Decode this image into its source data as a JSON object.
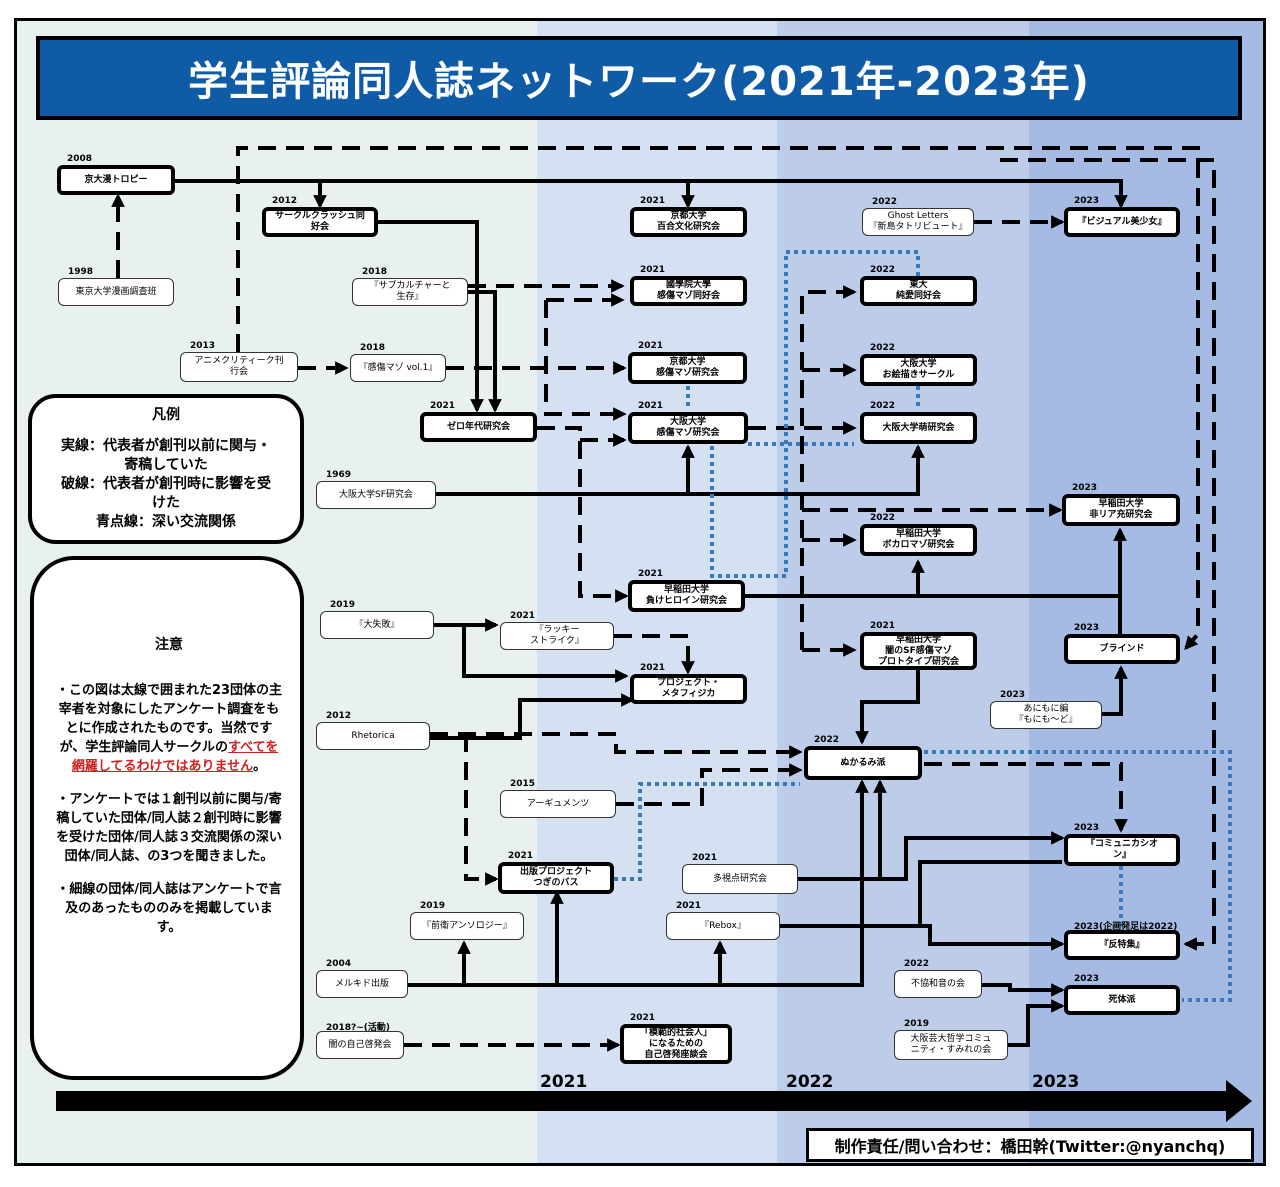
{
  "title": "学生評論同人誌ネットワーク(2021年-2023年)",
  "colors": {
    "title_bg": "#0f5ba6",
    "zone1": "#e9f1ee",
    "zone2": "#d5e0f3",
    "zone3": "#bccce9",
    "zone4": "#a5bbe3",
    "dotted": "#3a7ab8"
  },
  "legend": {
    "heading": "凡例",
    "lines": [
      "実線：代表者が創刊以前に関与・",
      "寄稿していた",
      "破線：代表者が創刊時に影響を受",
      "けた",
      "青点線：深い交流関係"
    ]
  },
  "notes": {
    "heading": "注意",
    "p1_a": "・この図は太線で囲まれた23団体の主宰者を対象にしたアンケート調査をもとに作成されたものです。当然ですが、学生評論同人サークルの",
    "p1_red": "すべてを網羅してるわけではありません",
    "p1_b": "。",
    "p2": "・アンケートでは１創刊以前に関与/寄稿していた団体/同人誌２創刊時に影響を受けた団体/同人誌３交流関係の深い団体/同人誌、の3つを聞きました。",
    "p3": "・細線の団体/同人誌はアンケートで言及のあったもののみを掲載しています。"
  },
  "timeline": {
    "labels": [
      "2021",
      "2022",
      "2023"
    ]
  },
  "credit": "制作責任/問い合わせ：橋田幹(Twitter:@nyanchq)",
  "nodes": [
    {
      "id": "kyodai-manken",
      "label": "京大漫トロピー",
      "year": "2008",
      "thick": true
    },
    {
      "id": "todai-manga",
      "label": "東京大学漫画調査班",
      "year": "1998",
      "thick": false
    },
    {
      "id": "circle-crash",
      "label": "サークルクラッシュ同\n好会",
      "year": "2012",
      "thick": true
    },
    {
      "id": "subcul",
      "label": "『サブカルチャーと\n生存』",
      "year": "2018",
      "thick": false
    },
    {
      "id": "anime-critique",
      "label": "アニメクリティーク刊\n行会",
      "year": "2013",
      "thick": false
    },
    {
      "id": "kanjutsu-vol1",
      "label": "『感傷マゾ vol.1』",
      "year": "2018",
      "thick": false
    },
    {
      "id": "zero-nendai",
      "label": "ゼロ年代研究会",
      "year": "2021",
      "thick": true
    },
    {
      "id": "kyodai-yuri",
      "label": "京都大学\n百合文化研究会",
      "year": "2021",
      "thick": true
    },
    {
      "id": "kokugakuin",
      "label": "國學院大學\n感傷マゾ同好会",
      "year": "2021",
      "thick": true
    },
    {
      "id": "kyodai-kanjutsu",
      "label": "京都大学\n感傷マゾ研究会",
      "year": "2021",
      "thick": true
    },
    {
      "id": "handai-kanjutsu",
      "label": "大阪大学\n感傷マゾ研究会",
      "year": "2021",
      "thick": true
    },
    {
      "id": "handai-sf",
      "label": "大阪大学SF研究会",
      "year": "1969",
      "thick": false
    },
    {
      "id": "waseda-makeine",
      "label": "早稲田大学\n負けヒロイン研究会",
      "year": "2021",
      "thick": true
    },
    {
      "id": "daishippai",
      "label": "『大失敗』",
      "year": "2019",
      "thick": false
    },
    {
      "id": "lucky-strike",
      "label": "『ラッキー\nストライク』",
      "year": "2021",
      "thick": false
    },
    {
      "id": "project-meta",
      "label": "プロジェクト・\nメタフィジカ",
      "year": "2021",
      "thick": true
    },
    {
      "id": "rhetorica",
      "label": "Rhetorica",
      "year": "2012",
      "thick": false
    },
    {
      "id": "argumentz",
      "label": "アーギュメンツ",
      "year": "2015",
      "thick": false
    },
    {
      "id": "tsugi-no-bus",
      "label": "出版プロジェクト\nつぎのバス",
      "year": "2021",
      "thick": true
    },
    {
      "id": "zenei",
      "label": "『前衛アンソロジー』",
      "year": "2019",
      "thick": false
    },
    {
      "id": "melkido",
      "label": "メルキド出版",
      "year": "2004",
      "thick": false
    },
    {
      "id": "yami-keihatsu",
      "label": "闇の自己啓発会",
      "year": "2018?~(活動)",
      "thick": false
    },
    {
      "id": "mohanteki",
      "label": "「模範的社会人」\nになるための\n自己啓発座談会",
      "year": "2021",
      "thick": true
    },
    {
      "id": "tashiten",
      "label": "多視点研究会",
      "year": "2021",
      "thick": false
    },
    {
      "id": "rebox",
      "label": "『Rebox』",
      "year": "2021",
      "thick": false
    },
    {
      "id": "nukarumi",
      "label": "ぬかるみ派",
      "year": "2022",
      "thick": true
    },
    {
      "id": "ghost-letters",
      "label": "Ghost Letters\n『新島タトリビュート』",
      "year": "2022",
      "thick": false
    },
    {
      "id": "todai-junai",
      "label": "東大\n純愛同好会",
      "year": "2022",
      "thick": true
    },
    {
      "id": "handai-oekaki",
      "label": "大阪大学\nお絵描きサークル",
      "year": "2022",
      "thick": true
    },
    {
      "id": "handai-moe",
      "label": "大阪大学萌研究会",
      "year": "2022",
      "thick": true
    },
    {
      "id": "waseda-vocaloid",
      "label": "早稲田大学\nボカロマゾ研究会",
      "year": "2022",
      "thick": true
    },
    {
      "id": "waseda-yami-sf",
      "label": "早稲田大学\n闇のSF感傷マゾ\nプロトタイプ研究会",
      "year": "2021",
      "thick": true
    },
    {
      "id": "fukyouwaon",
      "label": "不協和音の会",
      "year": "2022",
      "thick": false
    },
    {
      "id": "handai-tetsugaku",
      "label": "大阪芸大哲学コミュ\nニティ・すみれの会",
      "year": "2019",
      "thick": false
    },
    {
      "id": "visual-bishojo",
      "label": "『ビジュアル美少女』",
      "year": "2023",
      "thick": true
    },
    {
      "id": "waseda-hiria",
      "label": "早稲田大学\n非リア充研究会",
      "year": "2023",
      "thick": true
    },
    {
      "id": "blind",
      "label": "ブラインド",
      "year": "2023",
      "thick": true
    },
    {
      "id": "anemone",
      "label": "あにもに編\n『もにも～ど』",
      "year": "2023",
      "thick": false
    },
    {
      "id": "communication",
      "label": "『コミュニカシオ\nン』",
      "year": "2023",
      "thick": true
    },
    {
      "id": "hantokushu",
      "label": "『反特集』",
      "year": "2023(企画発足は2022)",
      "thick": true
    },
    {
      "id": "shitaiha",
      "label": "死体派",
      "year": "2023",
      "thick": true
    }
  ]
}
